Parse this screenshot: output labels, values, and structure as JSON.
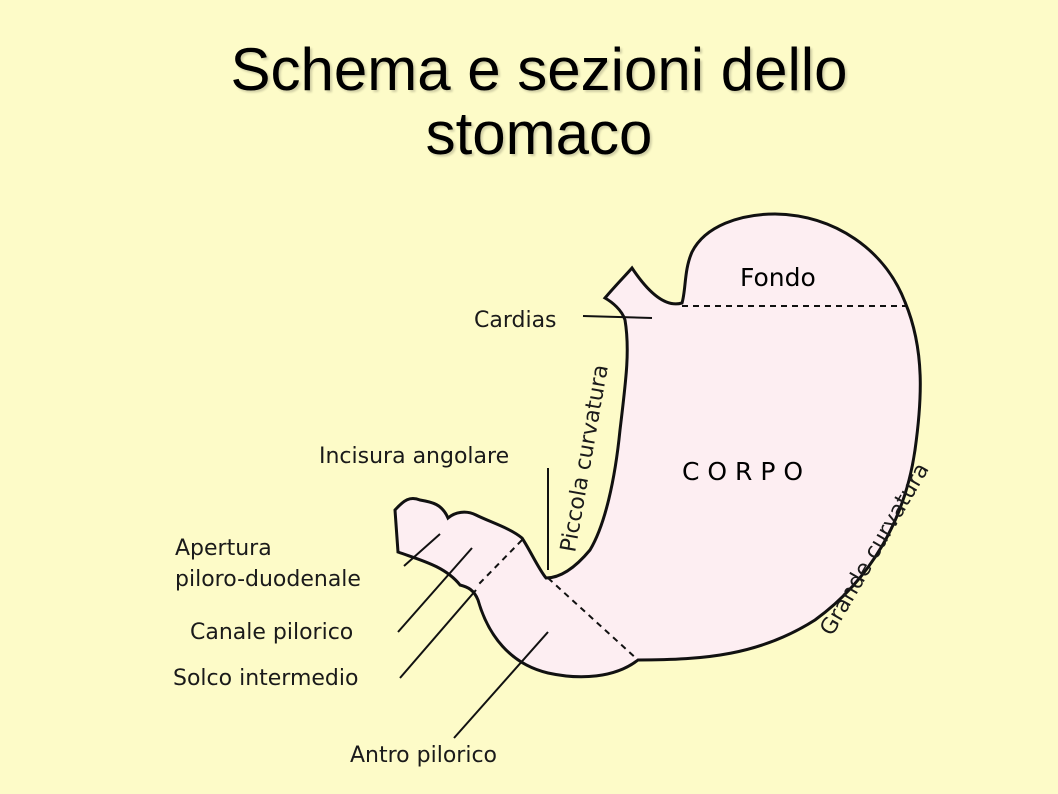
{
  "slide": {
    "title_line1": "Schema e sezioni dello",
    "title_line2": "stomaco"
  },
  "diagram": {
    "regions": {
      "fondo": "Fondo",
      "corpo": "C O R P O"
    },
    "curvatures": {
      "piccola": "Piccola curvatura",
      "grande": "Grande curvatura"
    },
    "labels": {
      "cardias": "Cardias",
      "incisura": "Incisura angolare",
      "apertura_line1": "Apertura",
      "apertura_line2": "piloro-duodenale",
      "canale": "Canale pilorico",
      "solco": "Solco intermedio",
      "antro": "Antro pilorico"
    },
    "colors": {
      "background": "#fdfbc8",
      "stomach_fill": "#fdeef2",
      "outline": "#111111"
    }
  }
}
